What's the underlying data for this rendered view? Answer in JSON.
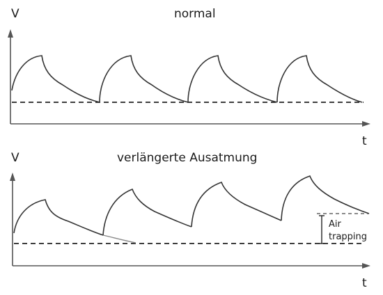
{
  "panel_top": {
    "title": "normal",
    "y_axis_label": "V",
    "x_axis_label": "t"
  },
  "panel_bottom": {
    "title": "verlängerte Ausatmung",
    "y_axis_label": "V",
    "x_axis_label": "t",
    "annotation_line1": "Air",
    "annotation_line2": "trapping"
  }
}
